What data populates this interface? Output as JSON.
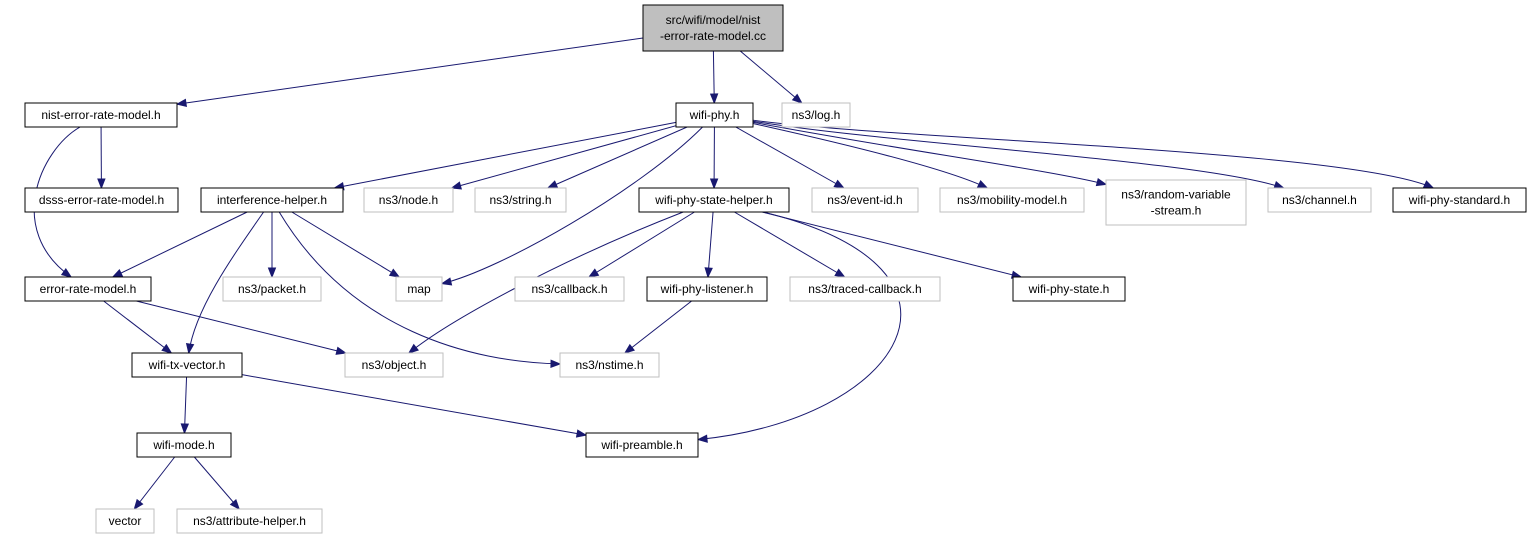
{
  "colors": {
    "edge": "#191970",
    "root_fill": "#bfbfbf",
    "box_fill": "#ffffff",
    "documented_border": "#000000",
    "external_border": "#bfbfbf"
  },
  "nodes": [
    {
      "id": "root",
      "lines": [
        "src/wifi/model/nist",
        "-error-rate-model.cc"
      ],
      "kind": "root"
    },
    {
      "id": "nist_erm",
      "lines": [
        "nist-error-rate-model.h"
      ],
      "kind": "documented"
    },
    {
      "id": "wifi_phy",
      "lines": [
        "wifi-phy.h"
      ],
      "kind": "documented"
    },
    {
      "id": "ns3_log",
      "lines": [
        "ns3/log.h"
      ],
      "kind": "external"
    },
    {
      "id": "dsss_erm",
      "lines": [
        "dsss-error-rate-model.h"
      ],
      "kind": "documented"
    },
    {
      "id": "interference",
      "lines": [
        "interference-helper.h"
      ],
      "kind": "documented"
    },
    {
      "id": "ns3_node",
      "lines": [
        "ns3/node.h"
      ],
      "kind": "external"
    },
    {
      "id": "ns3_string",
      "lines": [
        "ns3/string.h"
      ],
      "kind": "external"
    },
    {
      "id": "wifi_phy_state_helper",
      "lines": [
        "wifi-phy-state-helper.h"
      ],
      "kind": "documented"
    },
    {
      "id": "ns3_event_id",
      "lines": [
        "ns3/event-id.h"
      ],
      "kind": "external"
    },
    {
      "id": "ns3_mobility",
      "lines": [
        "ns3/mobility-model.h"
      ],
      "kind": "external"
    },
    {
      "id": "ns3_random",
      "lines": [
        "ns3/random-variable",
        "-stream.h"
      ],
      "kind": "external"
    },
    {
      "id": "ns3_channel",
      "lines": [
        "ns3/channel.h"
      ],
      "kind": "external"
    },
    {
      "id": "wifi_phy_standard",
      "lines": [
        "wifi-phy-standard.h"
      ],
      "kind": "documented"
    },
    {
      "id": "error_rate_model",
      "lines": [
        "error-rate-model.h"
      ],
      "kind": "documented"
    },
    {
      "id": "ns3_packet",
      "lines": [
        "ns3/packet.h"
      ],
      "kind": "external"
    },
    {
      "id": "map",
      "lines": [
        "map"
      ],
      "kind": "external"
    },
    {
      "id": "ns3_callback",
      "lines": [
        "ns3/callback.h"
      ],
      "kind": "external"
    },
    {
      "id": "wifi_phy_listener",
      "lines": [
        "wifi-phy-listener.h"
      ],
      "kind": "documented"
    },
    {
      "id": "ns3_traced_callback",
      "lines": [
        "ns3/traced-callback.h"
      ],
      "kind": "external"
    },
    {
      "id": "wifi_phy_state",
      "lines": [
        "wifi-phy-state.h"
      ],
      "kind": "documented"
    },
    {
      "id": "wifi_tx_vector",
      "lines": [
        "wifi-tx-vector.h"
      ],
      "kind": "documented"
    },
    {
      "id": "ns3_object",
      "lines": [
        "ns3/object.h"
      ],
      "kind": "external"
    },
    {
      "id": "ns3_nstime",
      "lines": [
        "ns3/nstime.h"
      ],
      "kind": "external"
    },
    {
      "id": "wifi_mode",
      "lines": [
        "wifi-mode.h"
      ],
      "kind": "documented"
    },
    {
      "id": "wifi_preamble",
      "lines": [
        "wifi-preamble.h"
      ],
      "kind": "documented"
    },
    {
      "id": "vector",
      "lines": [
        "vector"
      ],
      "kind": "external"
    },
    {
      "id": "ns3_attribute_helper",
      "lines": [
        "ns3/attribute-helper.h"
      ],
      "kind": "external"
    }
  ],
  "edges": [
    {
      "from": "root",
      "to": "nist_erm"
    },
    {
      "from": "root",
      "to": "wifi_phy"
    },
    {
      "from": "root",
      "to": "ns3_log"
    },
    {
      "from": "nist_erm",
      "to": "dsss_erm"
    },
    {
      "from": "nist_erm",
      "to": "error_rate_model"
    },
    {
      "from": "wifi_phy",
      "to": "interference"
    },
    {
      "from": "wifi_phy",
      "to": "ns3_node"
    },
    {
      "from": "wifi_phy",
      "to": "ns3_string"
    },
    {
      "from": "wifi_phy",
      "to": "map"
    },
    {
      "from": "wifi_phy",
      "to": "wifi_phy_state_helper"
    },
    {
      "from": "wifi_phy",
      "to": "ns3_event_id"
    },
    {
      "from": "wifi_phy",
      "to": "ns3_mobility"
    },
    {
      "from": "wifi_phy",
      "to": "ns3_random"
    },
    {
      "from": "wifi_phy",
      "to": "ns3_channel"
    },
    {
      "from": "wifi_phy",
      "to": "wifi_phy_standard"
    },
    {
      "from": "interference",
      "to": "error_rate_model"
    },
    {
      "from": "interference",
      "to": "wifi_tx_vector"
    },
    {
      "from": "interference",
      "to": "ns3_packet"
    },
    {
      "from": "interference",
      "to": "map"
    },
    {
      "from": "interference",
      "to": "ns3_nstime"
    },
    {
      "from": "wifi_phy_state_helper",
      "to": "ns3_object"
    },
    {
      "from": "wifi_phy_state_helper",
      "to": "ns3_callback"
    },
    {
      "from": "wifi_phy_state_helper",
      "to": "wifi_phy_listener"
    },
    {
      "from": "wifi_phy_state_helper",
      "to": "ns3_traced_callback"
    },
    {
      "from": "wifi_phy_state_helper",
      "to": "wifi_phy_state"
    },
    {
      "from": "wifi_phy_state_helper",
      "to": "wifi_preamble"
    },
    {
      "from": "wifi_phy_listener",
      "to": "ns3_nstime"
    },
    {
      "from": "error_rate_model",
      "to": "wifi_tx_vector"
    },
    {
      "from": "error_rate_model",
      "to": "ns3_object"
    },
    {
      "from": "wifi_tx_vector",
      "to": "wifi_mode"
    },
    {
      "from": "wifi_tx_vector",
      "to": "wifi_preamble"
    },
    {
      "from": "wifi_mode",
      "to": "vector"
    },
    {
      "from": "wifi_mode",
      "to": "ns3_attribute_helper"
    }
  ]
}
